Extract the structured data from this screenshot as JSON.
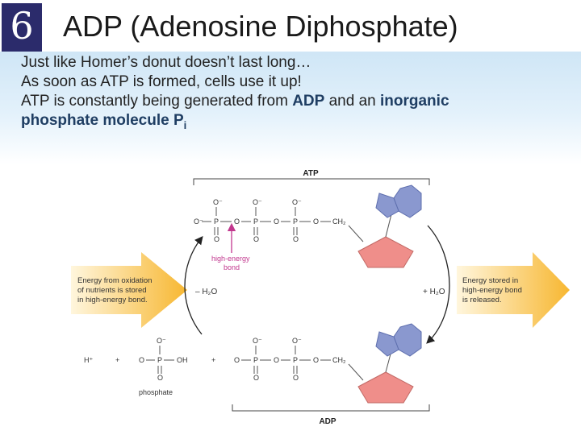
{
  "slide": {
    "number": "6",
    "title": "ADP (Adenosine Diphosphate)",
    "bullets": [
      {
        "text": "Just like Homer’s donut doesn’t last long…"
      },
      {
        "text": "As soon as ATP is formed, cells use it up!"
      },
      {
        "pre": "ATP is constantly being generated from ",
        "bold1": "ADP",
        "mid": " and an ",
        "bold2": "inorganic",
        "bold3": "phosphate molecule P",
        "sub": "i"
      }
    ]
  },
  "diagram": {
    "atp_label": "ATP",
    "adp_label": "ADP",
    "high_energy_bond": [
      "high-energy",
      "bond"
    ],
    "left_arrow_text": [
      "Energy from oxidation",
      "of nutrients is stored",
      "in high-energy bond."
    ],
    "right_arrow_text": [
      "Energy stored in",
      "high-energy bond",
      "is released."
    ],
    "minus_water": "– H₂O",
    "plus_water": "+ H₂O",
    "hydrogen_ion": "H⁺",
    "plus_sign": "+",
    "phosphate_label": "phosphate",
    "atoms": {
      "o": "O",
      "o_minus": "O⁻",
      "p": "P",
      "oh": "OH",
      "ch2": "CH₂"
    },
    "colors": {
      "arrow": "#f7b731",
      "ring": "#8a98cf",
      "sugar": "#ef8e8a",
      "pink_arrow": "#c2378e"
    }
  }
}
